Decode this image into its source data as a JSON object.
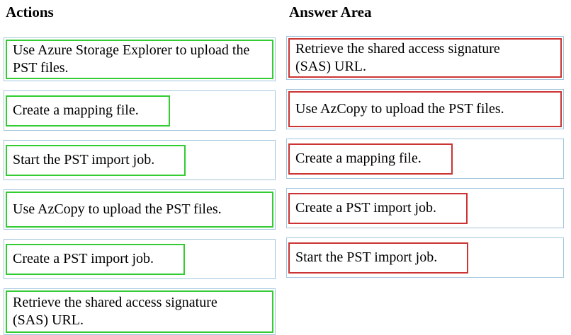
{
  "headers": {
    "actions": "Actions",
    "answer_area": "Answer Area"
  },
  "actions": [
    {
      "label": "Use Azure Storage Explorer to upload the PST files."
    },
    {
      "label": "Create a mapping file."
    },
    {
      "label": "Start the PST import job."
    },
    {
      "label": "Use AzCopy to upload the PST files."
    },
    {
      "label": "Create a PST import job."
    },
    {
      "label": "Retrieve the shared access signature (SAS) URL."
    }
  ],
  "answers": [
    {
      "label": "Retrieve the shared access signature (SAS) URL."
    },
    {
      "label": "Use AzCopy to upload the PST files."
    },
    {
      "label": "Create a mapping file."
    },
    {
      "label": "Create a PST import job."
    },
    {
      "label": "Start the PST import job."
    }
  ],
  "colors": {
    "action_highlight": "#33cc33",
    "answer_highlight": "#cc3333",
    "box_border": "#a3c6de"
  }
}
